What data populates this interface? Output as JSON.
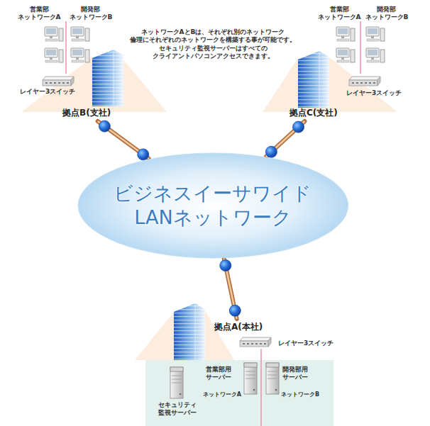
{
  "diagram": {
    "nodes": [
      {
        "text": [
          "ビジネスイーサワイド LANネットワーク"
        ]
      },
      {
        "text": [
          "拠点B(支社)"
        ]
      },
      {
        "text": [
          "拠点C(支社)"
        ]
      },
      {
        "text": [
          "拠点A(本社)"
        ]
      }
    ],
    "edges": [
      {
        "from": 1,
        "to": 0,
        "arrow": "none"
      },
      {
        "from": 2,
        "to": 0,
        "arrow": "none"
      },
      {
        "from": 3,
        "to": 0,
        "arrow": "none"
      }
    ],
    "labels": [
      "営業部 ネットワークA",
      "開発部 ネットワークB",
      "レイヤー3スイッチ",
      "営業部 ネットワークA",
      "開発部 ネットワークB",
      "レイヤー3スイッチ",
      "ネットワークAとBは、それぞれ別のネットワーク 倫理にそれぞれのネットワークを構築する事が可能です。 セキュリティ監視サーバーはすべての クライアントパソコンアクセスできます。",
      "レイヤー3スイッチ",
      "セキュリティ 監視サーバー",
      "営業部用 サーバー",
      "ネットワークA",
      "開発部用 サーバー",
      "ネットワークB"
    ]
  }
}
